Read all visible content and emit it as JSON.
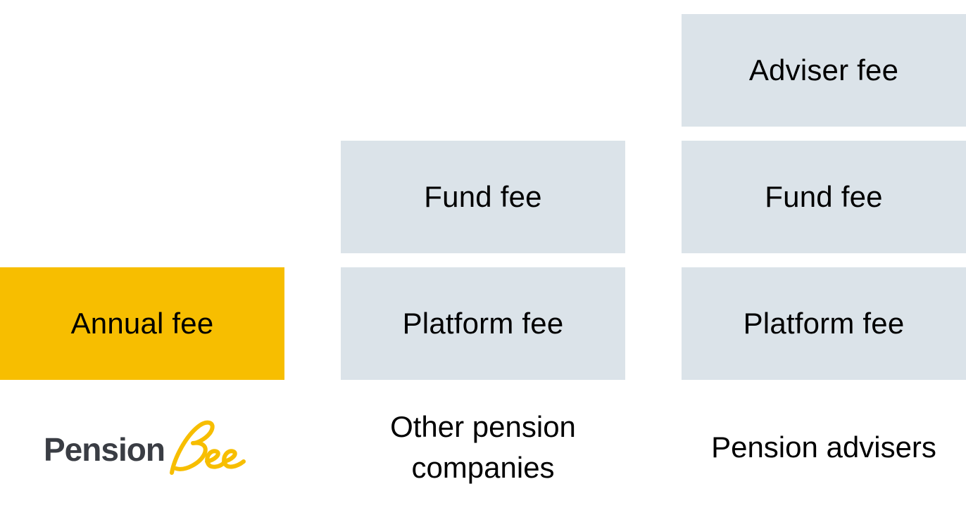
{
  "columns": [
    {
      "fees": [
        {
          "label": "Annual fee",
          "highlight": true
        }
      ],
      "brand": {
        "name": "Pension",
        "mark": "bee-script-mark"
      }
    },
    {
      "fees": [
        {
          "label": "Platform fee",
          "highlight": false
        },
        {
          "label": "Fund fee",
          "highlight": false
        }
      ],
      "caption": "Other pension\ncompanies"
    },
    {
      "fees": [
        {
          "label": "Platform fee",
          "highlight": false
        },
        {
          "label": "Fund fee",
          "highlight": false
        },
        {
          "label": "Adviser fee",
          "highlight": false
        }
      ],
      "caption": "Pension advisers"
    }
  ],
  "colors": {
    "highlight": "#f7be00",
    "box": "#dbe3e9",
    "logo_text": "#3a3d44",
    "logo_mark": "#f7be00"
  }
}
